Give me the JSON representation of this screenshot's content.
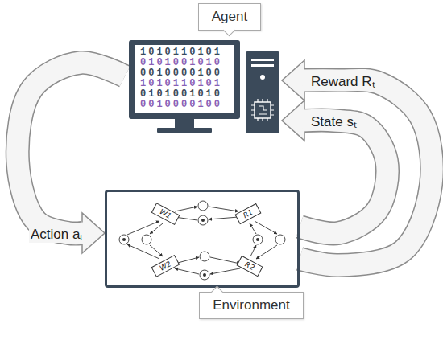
{
  "diagram": {
    "nodes": [
      {
        "text": [
          "Agent"
        ]
      },
      {
        "text": [
          "Environment"
        ]
      },
      {
        "text": [
          "W1"
        ],
        "in": 1
      },
      {
        "text": [
          "R1"
        ],
        "in": 1
      },
      {
        "text": [
          "W2"
        ],
        "in": 1
      },
      {
        "text": [
          "R2"
        ],
        "in": 1
      }
    ],
    "edges": [
      {
        "from": 0,
        "to": 1,
        "label": "Action aₜ",
        "arrow": "to"
      },
      {
        "from": 1,
        "to": 0,
        "label": "State sₜ",
        "arrow": "to"
      },
      {
        "from": 1,
        "to": 0,
        "label": "Reward Rₜ",
        "arrow": "to"
      }
    ],
    "labels": [
      "1010110101",
      "0101001010",
      "0010000100",
      "1010110101",
      "0101001010",
      "0010000100"
    ]
  }
}
